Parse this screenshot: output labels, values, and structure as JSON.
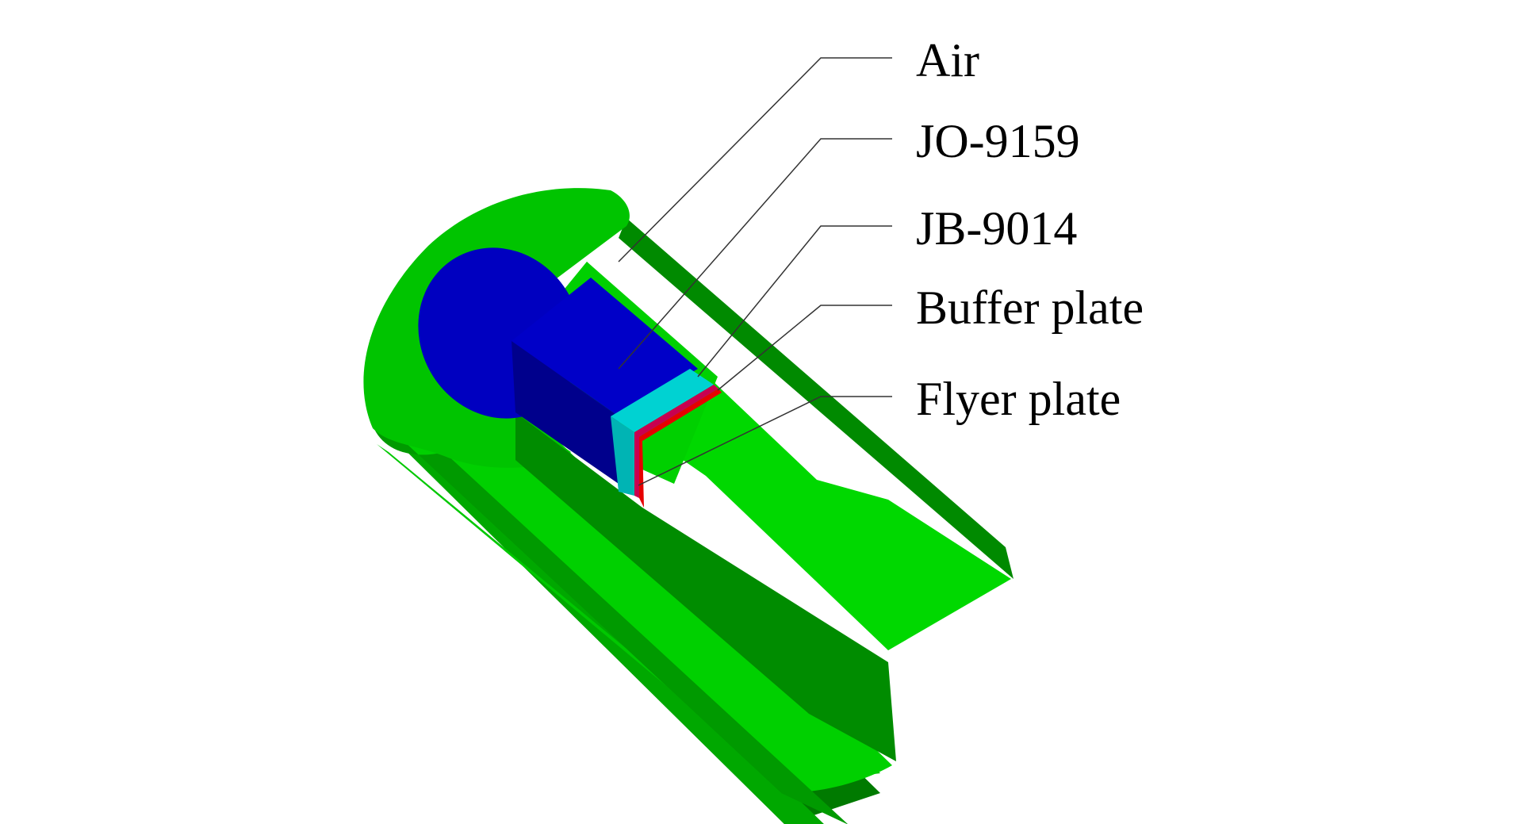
{
  "figure": {
    "labels": {
      "air": "Air",
      "jo_9159": "JO-9159",
      "jb_9014": "JB-9014",
      "buffer_plate": "Buffer plate",
      "flyer_plate": "Flyer plate"
    },
    "colors": {
      "air_light": "#00d000",
      "air_mid": "#00b800",
      "air_dark": "#009a00",
      "jo_9159": "#0000c8",
      "jo_9159_dark": "#00008c",
      "jb_9014": "#00d2d2",
      "buffer_plate": "#c80050",
      "flyer_plate": "#e60000",
      "leader_line": "#333333",
      "text": "#000000"
    }
  }
}
